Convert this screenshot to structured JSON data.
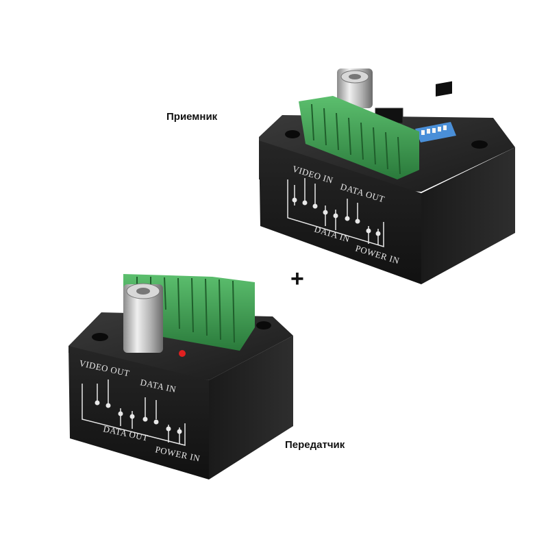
{
  "captions": {
    "receiver": "Приемник",
    "transmitter": "Передатчик",
    "plus": "+"
  },
  "receiver_panel": {
    "video_in": "VIDEO  IN",
    "data_out": "DATA  OUT",
    "data_in": "DATA  IN",
    "power_in": "POWER  IN",
    "minus": "–",
    "plus": "+"
  },
  "transmitter_panel": {
    "video_out": "VIDEO  OUT",
    "data_in": "DATA  IN",
    "data_out": "DATA  OUT",
    "power_in": "POWER  IN",
    "minus": "–",
    "plus": "+"
  },
  "colors": {
    "housing": "#1c1c1c",
    "terminal_block": "#3d9a4f",
    "bnc": "#c9c9c9",
    "dip_switch": "#4a8fd8"
  }
}
